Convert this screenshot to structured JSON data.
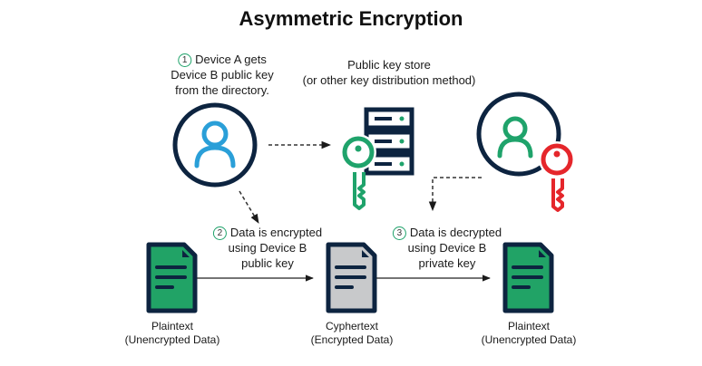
{
  "title": "Asymmetric Encryption",
  "step1": {
    "number": "1",
    "lines": [
      "Device A gets",
      "Device B public key",
      "from the directory."
    ]
  },
  "key_store": {
    "lines": [
      "Public key store",
      "(or other key distribution method)"
    ]
  },
  "step2": {
    "number": "2",
    "lines": [
      "Data is encrypted",
      "using Device B",
      "public key"
    ]
  },
  "step3": {
    "number": "3",
    "lines": [
      "Data is decrypted",
      "using Device B",
      "private key"
    ]
  },
  "documents": [
    {
      "label": "Plaintext",
      "sublabel": "(Unencrypted Data)"
    },
    {
      "label": "Cyphertext",
      "sublabel": "(Encrypted Data)"
    },
    {
      "label": "Plaintext",
      "sublabel": "(Unencrypted Data)"
    }
  ],
  "colors": {
    "navy": "#0d2440",
    "blue": "#2a9fd8",
    "green": "#1fa36b",
    "red": "#e5262b",
    "grey": "#c8c9cb"
  }
}
